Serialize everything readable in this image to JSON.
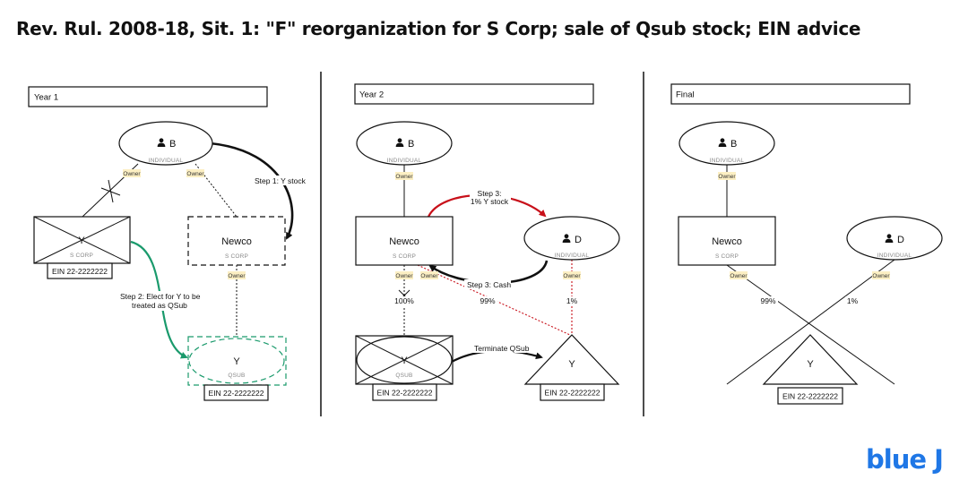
{
  "title": "Rev. Rul. 2008-18, Sit. 1: \"F\" reorganization for S Corp; sale of Qsub stock; EIN advice",
  "brand": {
    "logo_text": "blue J",
    "color": "#1f77e6"
  },
  "colors": {
    "green": "#1a9a6c",
    "red": "#c8101a",
    "owner_bg": "#fcefc3"
  },
  "icons": [
    "person-icon"
  ],
  "labels": {
    "owner": "Owner",
    "individual": "INDIVIDUAL",
    "s_corp": "S CORP",
    "qsub": "QSUB"
  },
  "panels": [
    {
      "header": "Year 1",
      "entities": {
        "b": "B",
        "y_old": "Y",
        "newco": "Newco",
        "y_qsub": "Y"
      },
      "ein_old": "EIN 22-2222222",
      "ein_new": "EIN 22-2222222",
      "steps": {
        "step1": "Step 1: Y stock",
        "step2_line1": "Step 2: Elect for Y to be",
        "step2_line2": "treated as QSub"
      }
    },
    {
      "header": "Year 2",
      "entities": {
        "b": "B",
        "newco": "Newco",
        "d": "D",
        "y_qsub": "Y",
        "y_new": "Y"
      },
      "ein_qsub": "EIN 22-2222222",
      "ein_new": "EIN 22-2222222",
      "steps": {
        "step3_line1": "Step 3:",
        "step3_line2": "1% Y stock",
        "step3_cash": "Step 3: Cash",
        "terminate": "Terminate QSub"
      },
      "percents": {
        "p100": "100%",
        "p99": "99%",
        "p1": "1%"
      }
    },
    {
      "header": "Final",
      "entities": {
        "b": "B",
        "newco": "Newco",
        "d": "D",
        "y": "Y"
      },
      "ein": "EIN 22-2222222",
      "percents": {
        "p99": "99%",
        "p1": "1%"
      }
    }
  ]
}
